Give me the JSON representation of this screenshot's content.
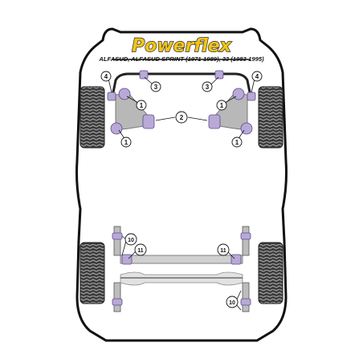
{
  "brand": {
    "name": "Powerflex",
    "color": "#f2c418",
    "outline": "#2a2a2a"
  },
  "subtitle": "ALFASUD, ALFASUD SPRINT (1971-1989), 33 (1983-1995)",
  "colors": {
    "bush": "#b9a9d6",
    "bush_dark": "#8f7bbd",
    "body": "#111111",
    "tyre": "#2b2b2b",
    "part_grey": "#b5b5b5"
  },
  "callouts": {
    "c1": "1",
    "c2": "2",
    "c3": "3",
    "c4": "4",
    "c10": "10",
    "c11": "11"
  }
}
